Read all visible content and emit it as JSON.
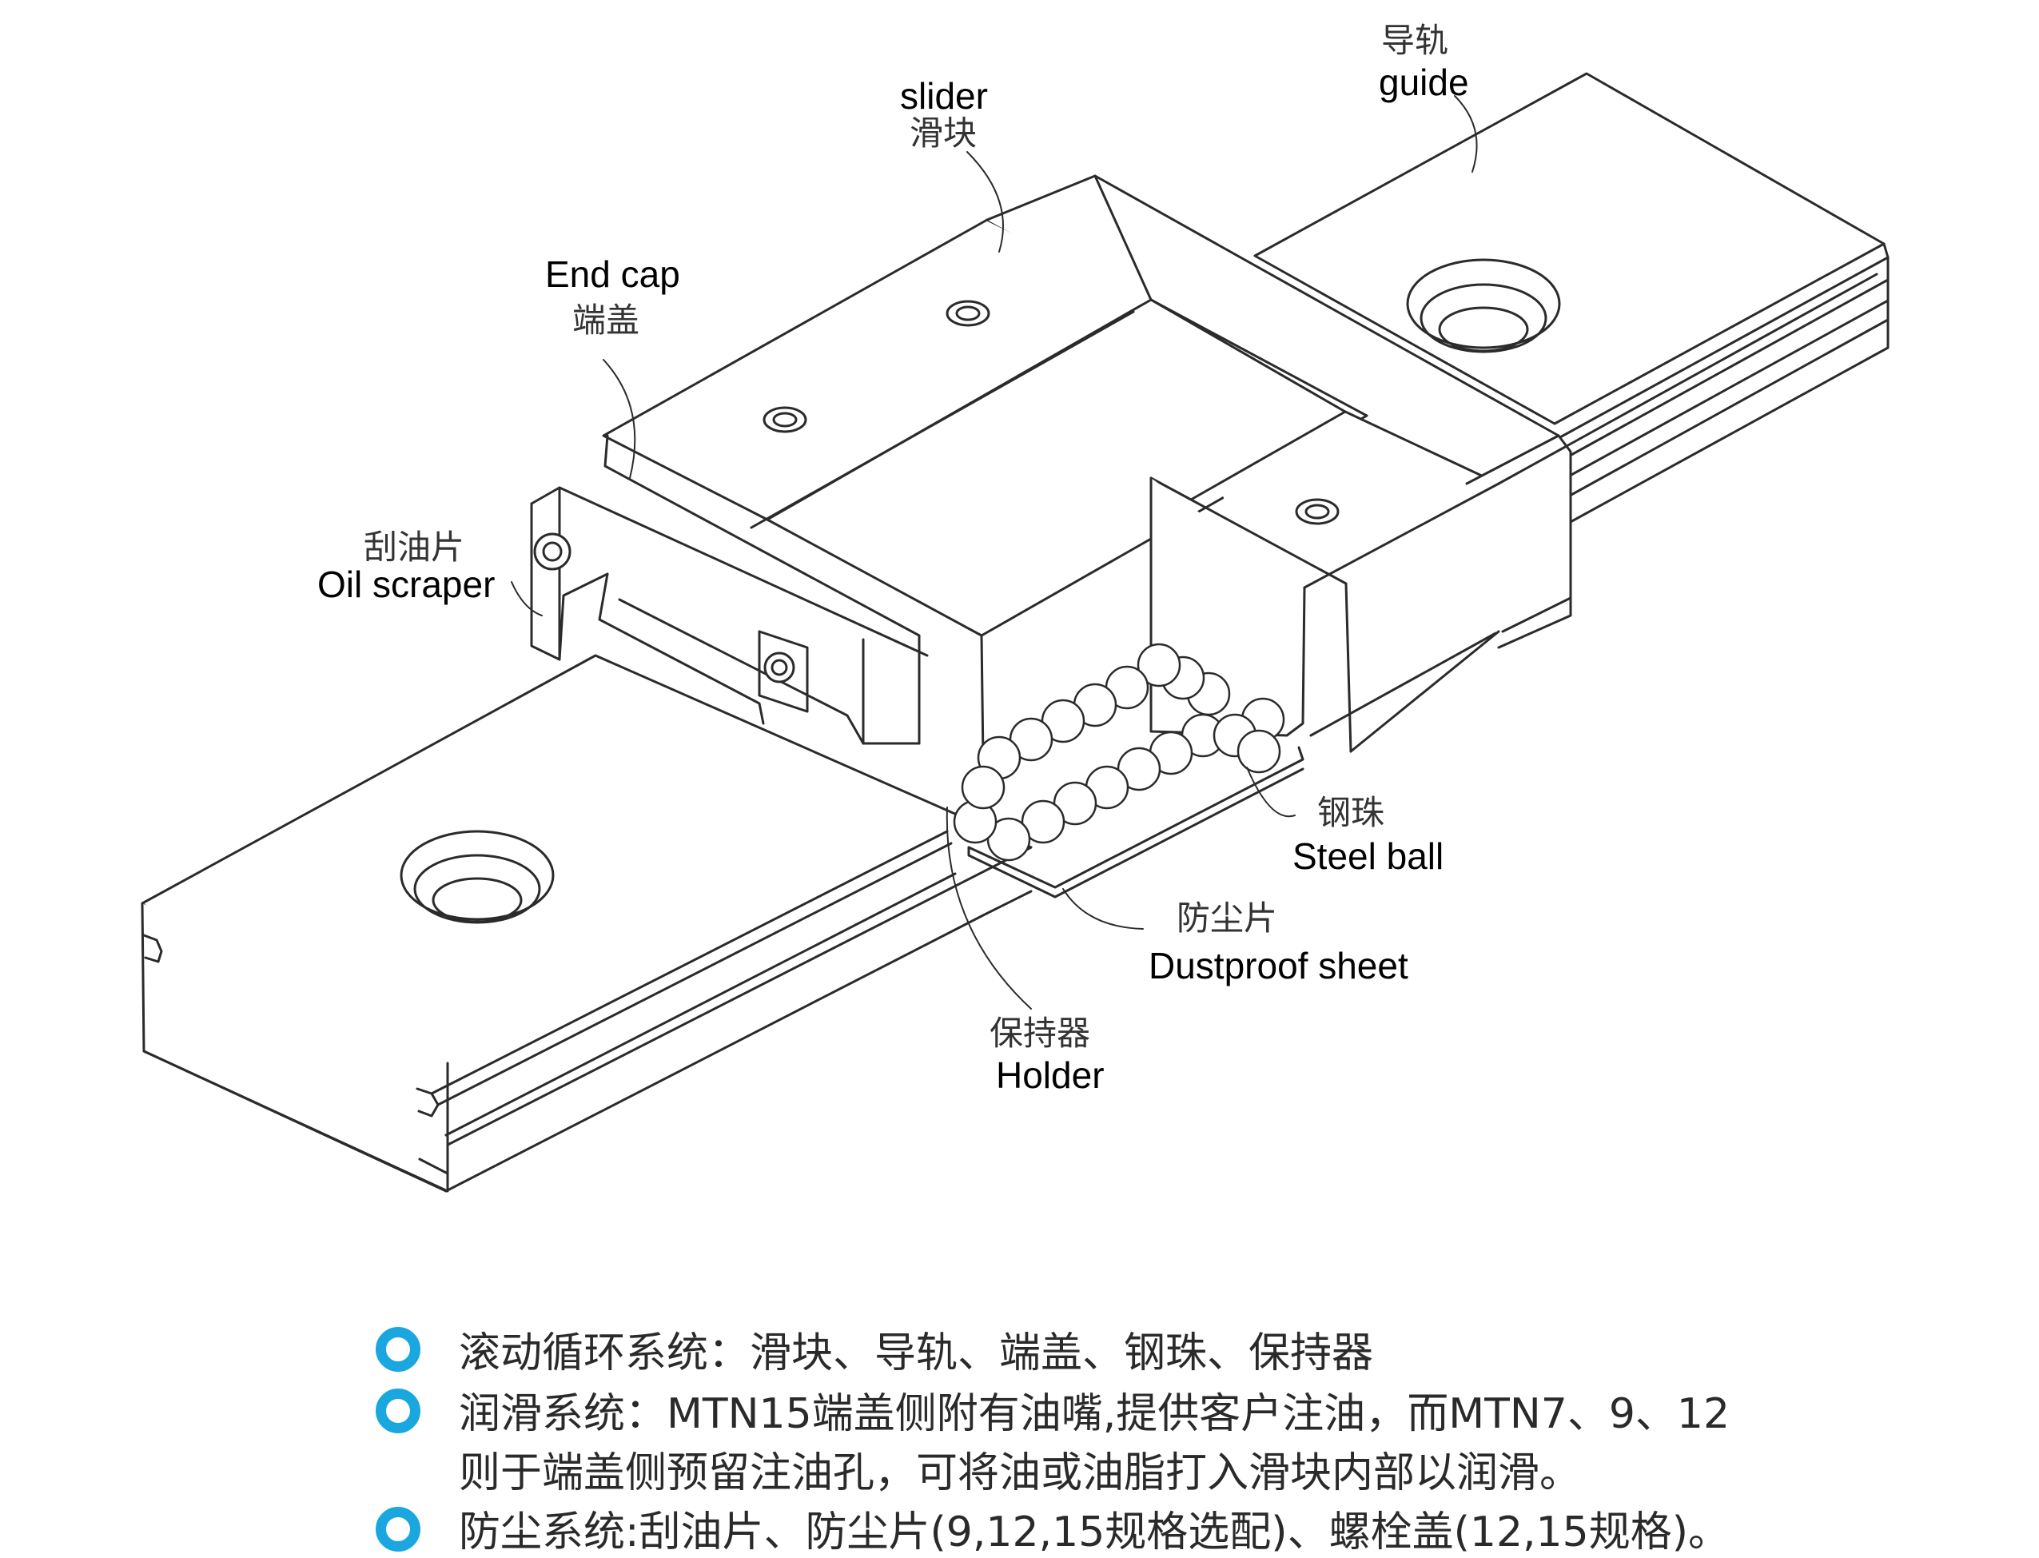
{
  "labels": {
    "guide_zh": "导轨",
    "guide_en": "guide",
    "slider_en": "slider",
    "slider_zh": "滑块",
    "endcap_en": "End cap",
    "endcap_zh": "端盖",
    "scraper_zh": "刮油片",
    "scraper_en": "Oil scraper",
    "ball_zh": "钢珠",
    "ball_en": "Steel ball",
    "dust_zh": "防尘片",
    "dust_en": "Dustproof sheet",
    "holder_zh": "保持器",
    "holder_en": "Holder"
  },
  "notes": [
    {
      "text": "滚动循环系统：滑块、导轨、端盖、钢珠、保持器"
    },
    {
      "text": "润滑系统：MTN15端盖侧附有油嘴,提供客户注油，而MTN7、9、12",
      "cont": "则于端盖侧预留注油孔，可将油或油脂打入滑块内部以润滑。"
    },
    {
      "text": "防尘系统:刮油片、防尘片(9,12,15规格选配)、螺栓盖(12,15规格)。"
    }
  ],
  "colors": {
    "bullet": "#1aa7df",
    "line": "#2b2b2b"
  }
}
